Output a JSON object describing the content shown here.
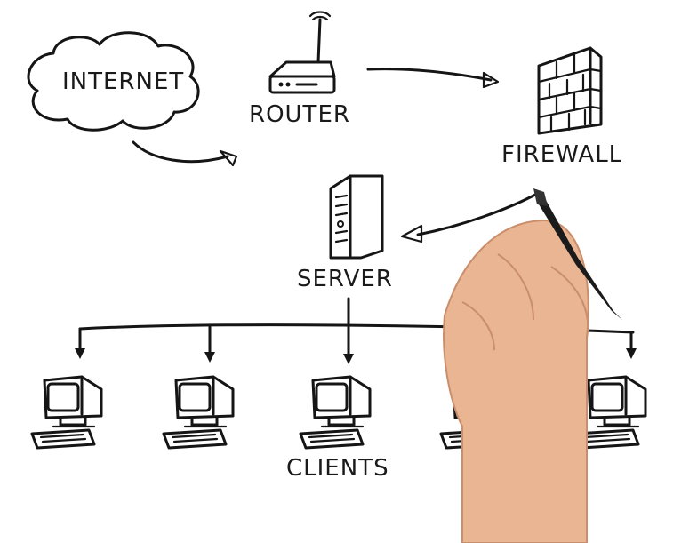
{
  "diagram": {
    "nodes": {
      "internet": "INTERNET",
      "router": "ROUTER",
      "firewall": "FIREWALL",
      "server": "SERVER",
      "clients": "CLIENTS"
    },
    "client_count": 5,
    "colors": {
      "background": "#ffffff",
      "ink": "#151515",
      "skin": "#e9b592",
      "marker": "#1b1b1b"
    },
    "icons": [
      "cloud-icon",
      "router-icon",
      "firewall-icon",
      "server-icon",
      "computer-icon",
      "keyboard-icon",
      "hand-with-marker"
    ]
  }
}
